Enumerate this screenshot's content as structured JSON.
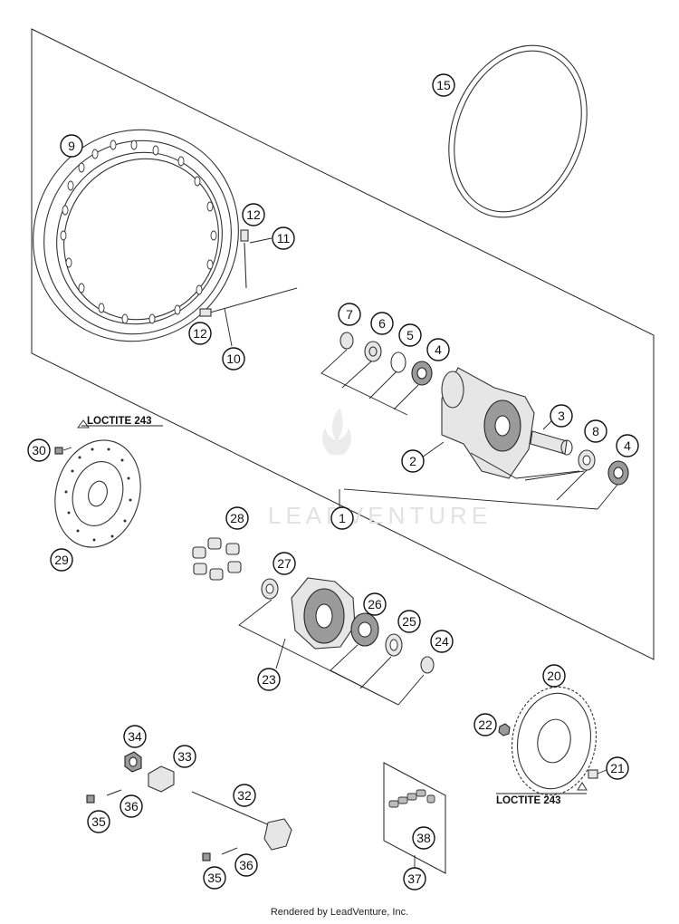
{
  "notes": {
    "loctite_upper": "LOCTITE 243",
    "loctite_lower": "LOCTITE 243"
  },
  "watermark": {
    "text": "LEADVENTURE"
  },
  "footer": {
    "text": "Rendered by LeadVenture, Inc."
  },
  "callouts": [
    "1",
    "2",
    "3",
    "4",
    "4",
    "5",
    "6",
    "7",
    "8",
    "9",
    "10",
    "11",
    "12",
    "12",
    "15",
    "20",
    "21",
    "22",
    "23",
    "24",
    "25",
    "26",
    "27",
    "28",
    "29",
    "30",
    "32",
    "33",
    "34",
    "35",
    "35",
    "36",
    "36",
    "37",
    "38"
  ]
}
